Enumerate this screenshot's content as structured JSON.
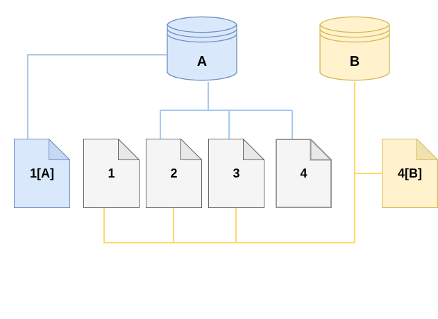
{
  "diagram": {
    "type": "database-document-mapping",
    "nodes": {
      "cylinder_a": {
        "label": "A",
        "shape": "database-cylinder",
        "fill": "#dae8fc",
        "stroke": "#6c8ebf"
      },
      "cylinder_b": {
        "label": "B",
        "shape": "database-cylinder",
        "fill": "#fff2cc",
        "stroke": "#d6b656"
      },
      "doc_1a": {
        "label": "1[A]",
        "shape": "document-note",
        "fill": "#dae8fc",
        "stroke": "#6c8ebf"
      },
      "doc_1": {
        "label": "1",
        "shape": "document-note",
        "fill": "#f5f5f5",
        "stroke": "#666666"
      },
      "doc_2": {
        "label": "2",
        "shape": "document-note",
        "fill": "#f5f5f5",
        "stroke": "#666666"
      },
      "doc_3": {
        "label": "3",
        "shape": "document-note",
        "fill": "#f5f5f5",
        "stroke": "#666666"
      },
      "doc_4": {
        "label": "4",
        "shape": "document-note",
        "fill": "#f5f5f5",
        "stroke": "#999999"
      },
      "doc_4b": {
        "label": "4[B]",
        "shape": "document-note",
        "fill": "#fff2cc",
        "stroke": "#d6b656"
      }
    },
    "connections": [
      "A - 1[A]",
      "A - 2",
      "A - 3",
      "A - 4",
      "B - 4[B]",
      "B - 1",
      "B - 2",
      "B - 3"
    ],
    "colors": {
      "edge_blue": "#a3c9f3",
      "edge_blue_muted": "#b0c6e7",
      "edge_yellow": "#ffd966",
      "blue_fold": "#c6d8f2",
      "gray_fold": "#e8e8e8",
      "yellow_fold": "#f0e2b0",
      "label_color": "#000000",
      "background": "#ffffff"
    }
  }
}
